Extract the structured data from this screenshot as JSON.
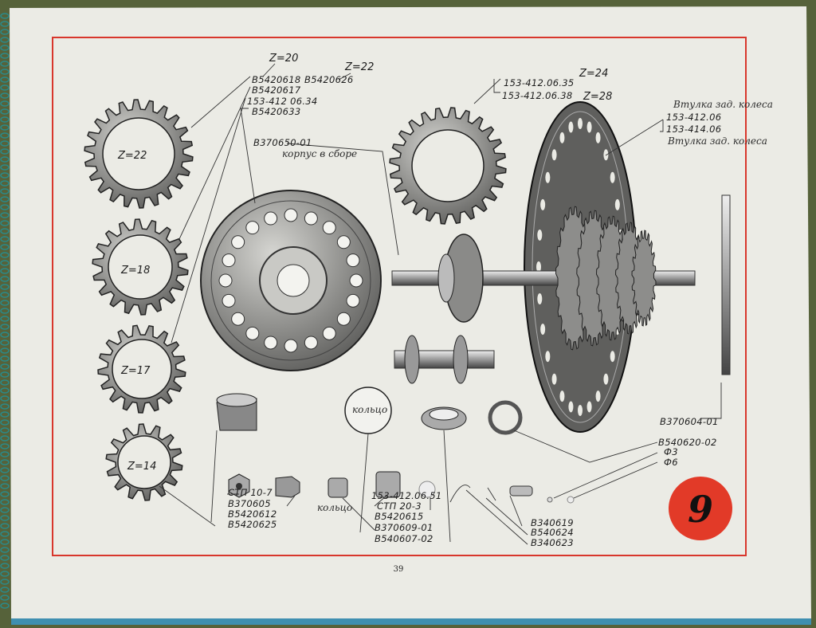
{
  "page_number": "39",
  "plate_number": "9",
  "colors": {
    "frame": "#d8362c",
    "badge": "#e23a28",
    "paper": "#ebebe5",
    "metal": "#7d7d7b"
  },
  "top_labels": {
    "z20": "Z=20",
    "z22": "Z=22",
    "p1": "B5420618",
    "p1b": "B5420626",
    "p2": "B5420617",
    "p3": "153-412 06.34",
    "p4": "B5420633",
    "housing_code": "B370650-01",
    "housing_note": "корпус в сборе"
  },
  "right_top_labels": {
    "s1": "153-412.06.35",
    "s1z": "Z=24",
    "s2": "153-412.06.38",
    "s2z": "Z=28",
    "hub_note_1": "Втулка зад. колеса",
    "hub1": "153-412.06",
    "hub2": "153-414.06",
    "hub_note_2": "Втулка зад. колеса"
  },
  "sprockets": [
    "Z=22",
    "Z=18",
    "Z=17",
    "Z=14"
  ],
  "ring_label": "кольцо",
  "ring_label_small": "кольцо",
  "right_labels": {
    "axle": "B370604-01",
    "cone": "B540620-02",
    "ball3": "Ф3",
    "ball6": "Ф6"
  },
  "bottom_left_labels": [
    "СТП 10-7",
    "B370605",
    "B5420612",
    "B5420625"
  ],
  "bottom_mid_labels": [
    "153-412.06.51",
    "СТП 20-3",
    "B5420615",
    "B370609-01",
    "B540607-02"
  ],
  "bottom_right_labels": [
    "B340619",
    "B540624",
    "B340623"
  ]
}
